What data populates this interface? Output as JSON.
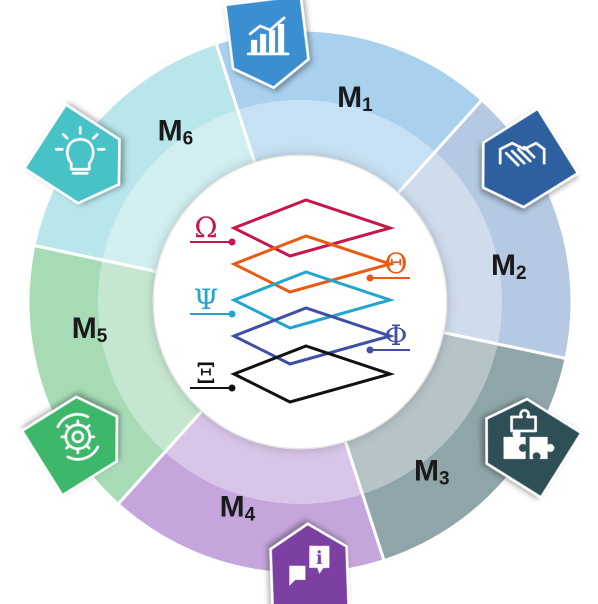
{
  "modules": [
    {
      "id": "m1",
      "label": "M",
      "sub": "1",
      "icon": "bar-chart-icon",
      "color": "#3a8fd0",
      "ring_color": "#a9d1ee"
    },
    {
      "id": "m2",
      "label": "M",
      "sub": "2",
      "icon": "handshake-icon",
      "color": "#2f5f9e",
      "ring_color": "#b5c9e2"
    },
    {
      "id": "m3",
      "label": "M",
      "sub": "3",
      "icon": "puzzle-icon",
      "color": "#2f4f57",
      "ring_color": "#8fa5a9"
    },
    {
      "id": "m4",
      "label": "M",
      "sub": "4",
      "icon": "info-chat-icon",
      "color": "#7b3fa3",
      "ring_color": "#c5a6dc"
    },
    {
      "id": "m5",
      "label": "M",
      "sub": "5",
      "icon": "gear-cycle-icon",
      "color": "#3cb86a",
      "ring_color": "#a7dbb6"
    },
    {
      "id": "m6",
      "label": "M",
      "sub": "6",
      "icon": "lightbulb-icon",
      "color": "#47c3c8",
      "ring_color": "#b9e6ea"
    }
  ],
  "layers": [
    {
      "symbol": "Ω",
      "color": "#c8164a",
      "side": "left"
    },
    {
      "symbol": "Θ",
      "color": "#ea5a15",
      "side": "right"
    },
    {
      "symbol": "Ψ",
      "color": "#24a5cf",
      "side": "left"
    },
    {
      "symbol": "Φ",
      "color": "#3d4fa6",
      "side": "right"
    },
    {
      "symbol": "Ξ",
      "color": "#111111",
      "side": "left"
    }
  ]
}
